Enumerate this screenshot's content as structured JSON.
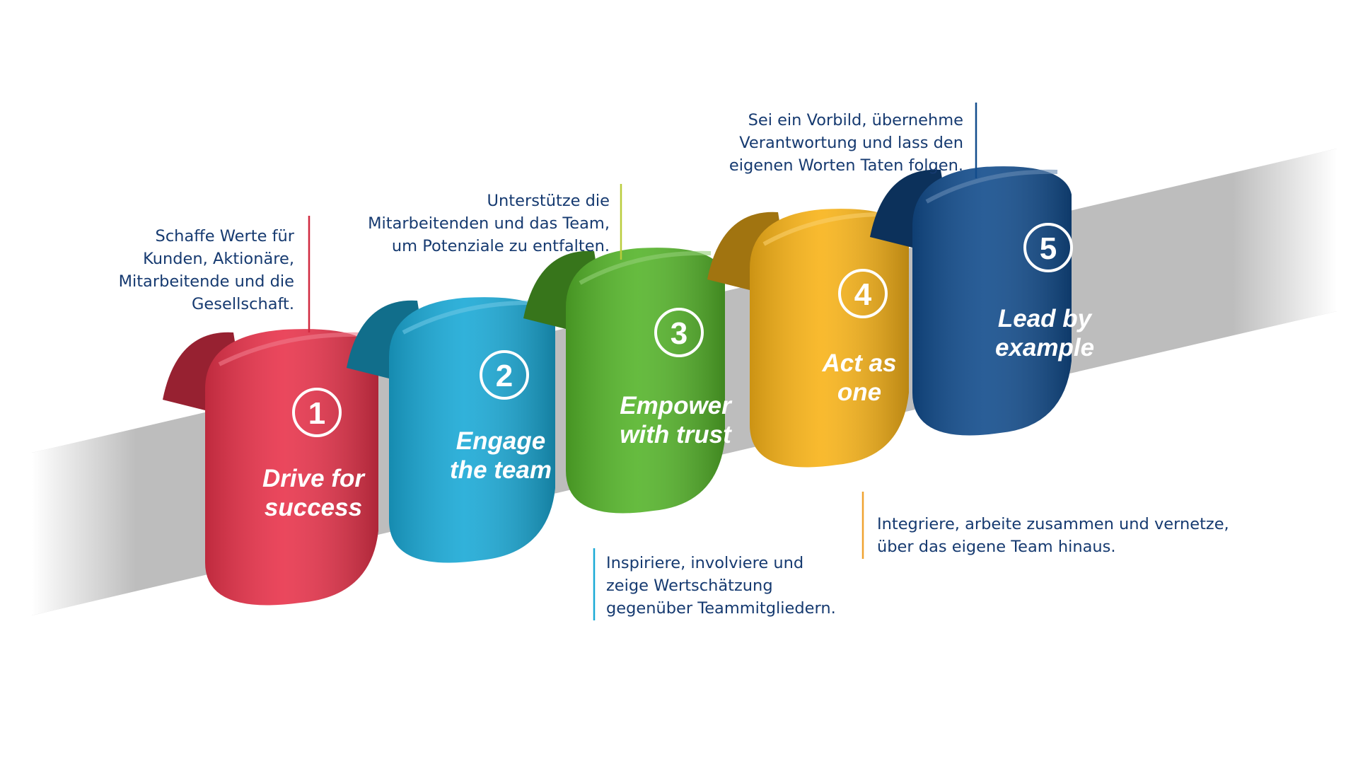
{
  "steps": [
    {
      "number": "1",
      "title_lines": [
        "Drive for",
        "success"
      ],
      "color": "#e8334b",
      "description_lines": [
        "Schaffe Werte für",
        "Kunden, Aktionäre,",
        "Mitarbeitende und die",
        "Gesellschaft."
      ],
      "line_color": "#d0293f"
    },
    {
      "number": "2",
      "title_lines": [
        "Engage",
        "the team"
      ],
      "color": "#1aa9d6",
      "description_lines": [
        "Inspiriere, involviere und",
        "zeige Wertschätzung",
        "gegenüber Teammitgliedern."
      ],
      "line_color": "#1aa9d6"
    },
    {
      "number": "3",
      "title_lines": [
        "Empower",
        "with trust"
      ],
      "color": "#55b42a",
      "description_lines": [
        "Unterstütze die",
        "Mitarbeitenden und das Team,",
        "um Potenziale zu entfalten."
      ],
      "line_color": "#b9cc3a"
    },
    {
      "number": "4",
      "title_lines": [
        "Act as",
        "one"
      ],
      "color": "#f8b318",
      "description_lines": [
        "Integriere, arbeite zusammen und vernetze,",
        "über das eigene Team hinaus."
      ],
      "line_color": "#f0a330"
    },
    {
      "number": "5",
      "title_lines": [
        "Lead by",
        "example"
      ],
      "color": "#124c8c",
      "description_lines": [
        "Sei ein Vorbild, übernehme",
        "Verantwortung und lass den",
        "eigenen Worten Taten folgen."
      ],
      "line_color": "#124c8c"
    }
  ],
  "colors": {
    "text": "#163a70",
    "pipe": "#d8d8d8"
  }
}
